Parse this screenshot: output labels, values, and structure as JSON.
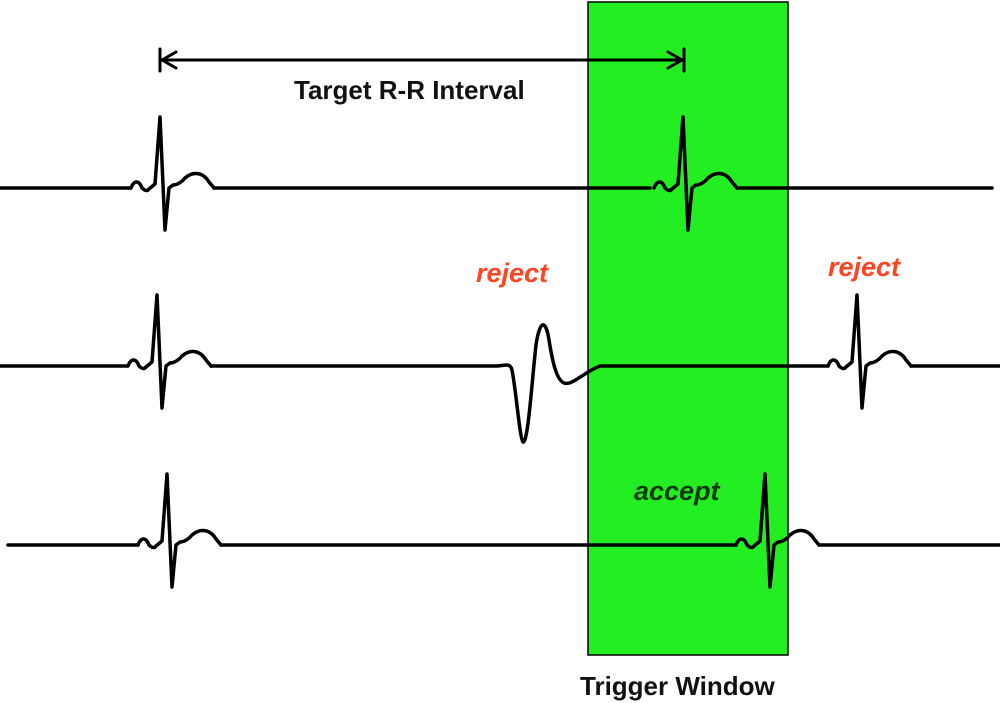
{
  "labels": {
    "interval": "Target R-R Interval",
    "window": "Trigger Window",
    "reject": "reject",
    "accept": "accept"
  },
  "colors": {
    "trigger_window": "#22ee22",
    "reject_text": "#ff4422",
    "accept_text": "#0a3a10",
    "trace": "#000000"
  }
}
